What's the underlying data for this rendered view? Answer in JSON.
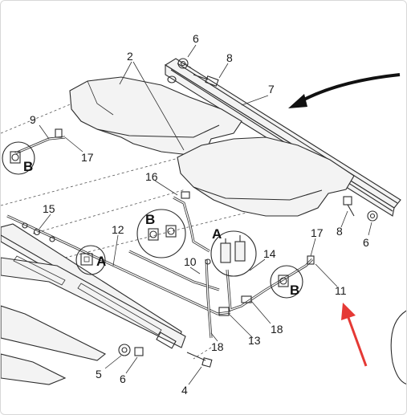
{
  "callouts": {
    "c2": "2",
    "c4": "4",
    "c5": "5",
    "c6a": "6",
    "c6b": "6",
    "c6c": "6",
    "c7": "7",
    "c8a": "8",
    "c8b": "8",
    "c9": "9",
    "c10": "10",
    "c11": "11",
    "c12": "12",
    "c13": "13",
    "c14": "14",
    "c15": "15",
    "c16": "16",
    "c17a": "17",
    "c17b": "17",
    "c18a": "18",
    "c18b": "18"
  },
  "detail_labels": {
    "a1": "A",
    "a2": "A",
    "b1": "B",
    "b2": "B",
    "b3": "B"
  },
  "colors": {
    "line": "#2b2b2b",
    "panel_fill": "#f3f3f3",
    "arrow_black": "#111111",
    "arrow_red": "#e53935"
  }
}
